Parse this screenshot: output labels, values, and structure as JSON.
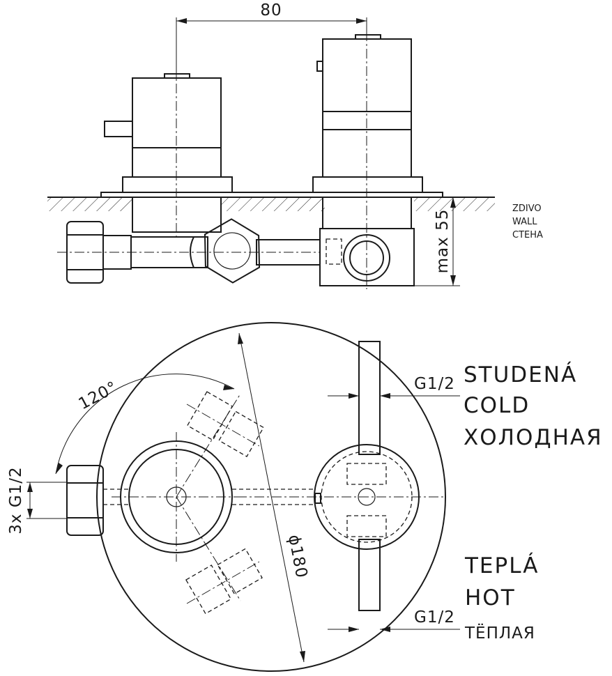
{
  "dimensions": {
    "top_width": "80",
    "depth": "max 55",
    "diameter": "ϕ180",
    "angle": "120°",
    "inlet_thread": "3x G1/2",
    "cold_thread": "G1/2",
    "hot_thread": "G1/2"
  },
  "wall_label": [
    "ZDIVO",
    "WALL",
    "СТЕНА"
  ],
  "cold_label": [
    "STUDENÁ",
    "COLD",
    "ХОЛОДНАЯ"
  ],
  "hot_label": [
    "TEPLÁ",
    "HOT",
    "ТЁПЛАЯ"
  ]
}
